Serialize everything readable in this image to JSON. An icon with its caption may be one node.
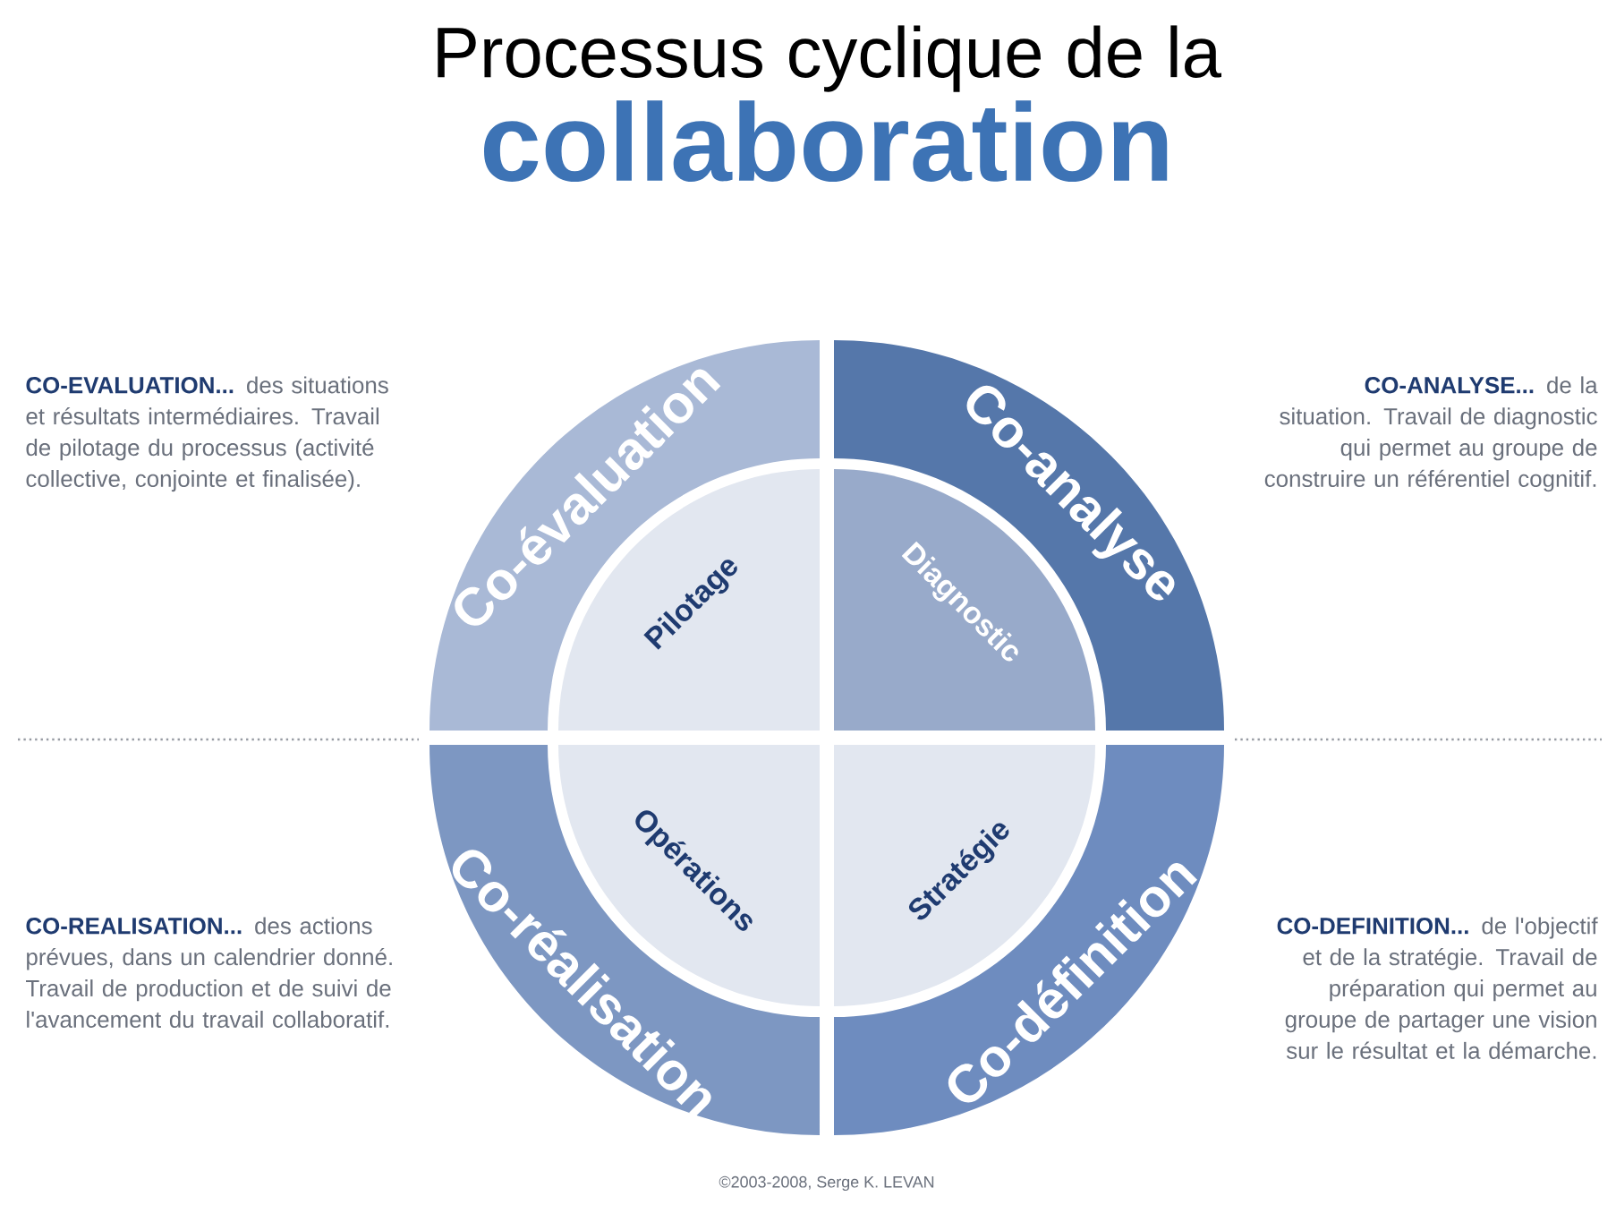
{
  "diagram": {
    "title": "Processus cyclique de la **collaboration**",
    "caption": "©2003-2008, Serge K. LEVAN",
    "nodes": [
      {
        "text": [
          "Co-évaluation"
        ]
      },
      {
        "text": [
          "Co-analyse"
        ]
      },
      {
        "text": [
          "Co-réalisation"
        ]
      },
      {
        "text": [
          "Co-définition"
        ]
      },
      {
        "text": [
          "Pilotage"
        ]
      },
      {
        "text": [
          "Diagnostic"
        ]
      },
      {
        "text": [
          "Opérations"
        ]
      },
      {
        "text": [
          "Stratégie"
        ]
      }
    ],
    "labels": [
      "**CO-EVALUATION...** des situations et résultats intermédiaires. Travail de pilotage du processus (activité collective, conjointe et finalisée).",
      "**CO-ANALYSE...** de la situation. Travail de diagnostic qui permet au groupe de construire un référentiel cognitif.",
      "**CO-REALISATION...** des actions prévues, dans un calendrier donné. Travail de production et de suivi de l'avancement du travail collaboratif.",
      "**CO-DEFINITION...** de l'objectif et de la stratégie. Travail de préparation qui permet au groupe de partager une vision sur le résultat et la démarche."
    ]
  }
}
